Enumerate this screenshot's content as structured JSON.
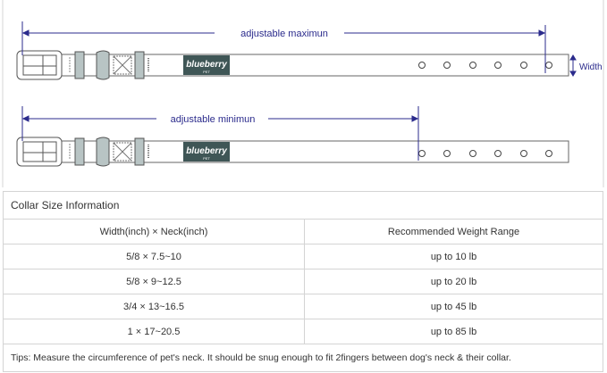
{
  "diagram": {
    "max_label": "adjustable maximun",
    "min_label": "adjustable minimun",
    "width_label": "Width",
    "brand": "blueberry",
    "brand_sub": "PET",
    "arrow_color": "#2b2b8c",
    "brand_color": "#3f5656"
  },
  "table": {
    "title": "Collar Size Information",
    "headers": [
      "Width(inch)  ×  Neck(inch)",
      "Recommended Weight Range"
    ],
    "rows": [
      [
        "5/8 × 7.5~10",
        "up to 10 lb"
      ],
      [
        "5/8 × 9~12.5",
        "up to 20 lb"
      ],
      [
        "3/4 × 13~16.5",
        "up to 45 lb"
      ],
      [
        "1 × 17~20.5",
        "up to 85 lb"
      ]
    ],
    "tips": "Tips: Measure the circumference of pet's neck. It should be snug enough to fit 2fingers between dog's neck & their collar."
  }
}
